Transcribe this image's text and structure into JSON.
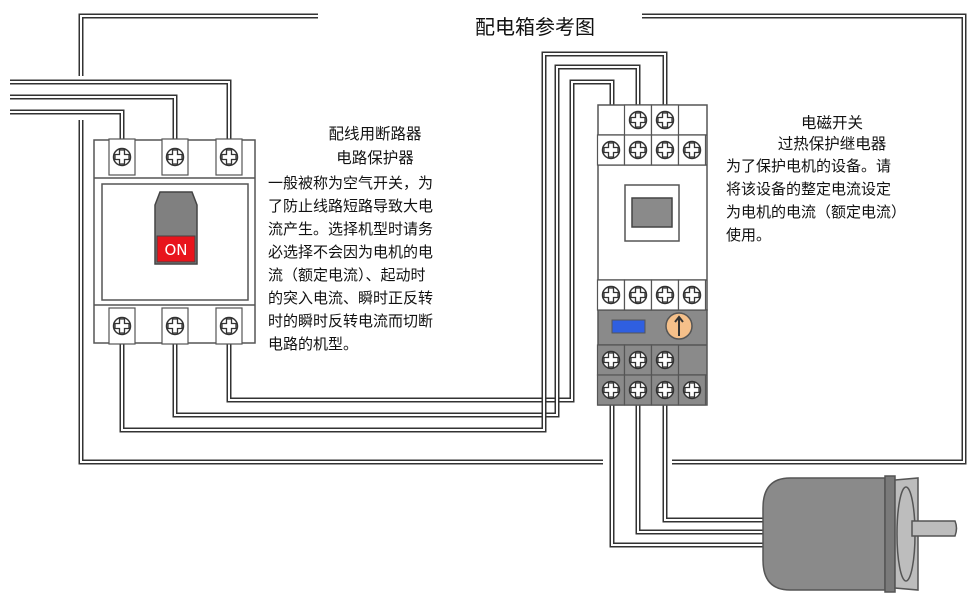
{
  "title": "配电箱参考图",
  "breaker": {
    "heading": [
      "配线用断路器",
      "电路保护器"
    ],
    "switch_label": "ON",
    "description": [
      "一般被称为空气开关，为",
      "了防止线路短路导致大电",
      "流产生。选择机型时请务",
      "必选择不会因为电机的电",
      "流（额定电流）、起动时",
      "的突入电流、瞬时正反转",
      "时的瞬时反转电流而切断",
      "电路的机型。"
    ]
  },
  "contactor": {
    "heading": [
      "电磁开关",
      "过热保护继电器"
    ],
    "description": [
      "为了保护电机的设备。请",
      "将该设备的整定电流设定",
      "为电机的电流（额定电流）",
      "使用。"
    ]
  },
  "colors": {
    "switch_red": "#e8141c",
    "reset_blue": "#2f5fe0",
    "dial_orange": "#f5c08a",
    "device_grey": "#8a8a8a"
  }
}
